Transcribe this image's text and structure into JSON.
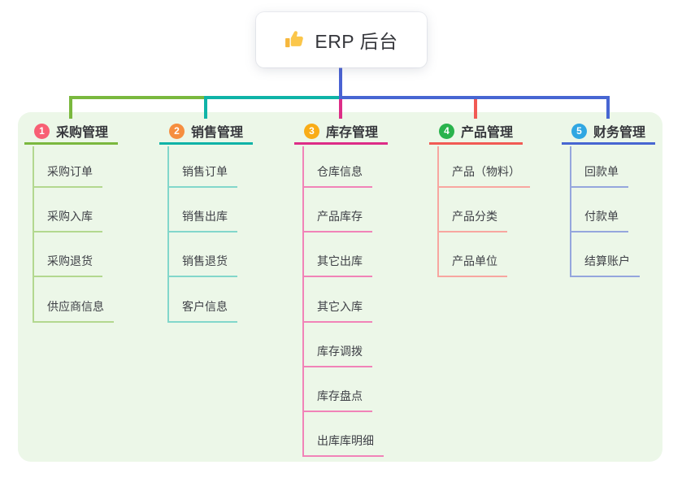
{
  "root": {
    "icon": "thumbs-up-icon",
    "label": "ERP 后台"
  },
  "palette": {
    "canvas_bg": "#ffffff",
    "panel_bg": "#ecf7e8",
    "root_connector": "#4a62d3",
    "heading_text": "#36373c",
    "child_text": "#3f4147"
  },
  "branches": [
    {
      "badge": "1",
      "label": "采购管理",
      "badge_color": "#f85f74",
      "line_color": "#7ab83e",
      "child_line_color": "#b3d88f",
      "children": [
        "采购订单",
        "采购入库",
        "采购退货",
        "供应商信息"
      ]
    },
    {
      "badge": "2",
      "label": "销售管理",
      "badge_color": "#f68e3f",
      "line_color": "#0fb3a7",
      "child_line_color": "#82d7cb",
      "children": [
        "销售订单",
        "销售出库",
        "销售退货",
        "客户信息"
      ]
    },
    {
      "badge": "3",
      "label": "库存管理",
      "badge_color": "#f9ac17",
      "line_color": "#dd2d87",
      "child_line_color": "#f183b8",
      "children": [
        "仓库信息",
        "产品库存",
        "其它出库",
        "其它入库",
        "库存调拨",
        "库存盘点",
        "出库库明细"
      ]
    },
    {
      "badge": "4",
      "label": "产品管理",
      "badge_color": "#29b34c",
      "line_color": "#f15a54",
      "child_line_color": "#f8a6a0",
      "children": [
        "产品（物料）",
        "产品分类",
        "产品单位"
      ]
    },
    {
      "badge": "5",
      "label": "财务管理",
      "badge_color": "#30a7e2",
      "line_color": "#4766d2",
      "child_line_color": "#95a6dd",
      "children": [
        "回款单",
        "付款单",
        "结算账户"
      ]
    }
  ]
}
